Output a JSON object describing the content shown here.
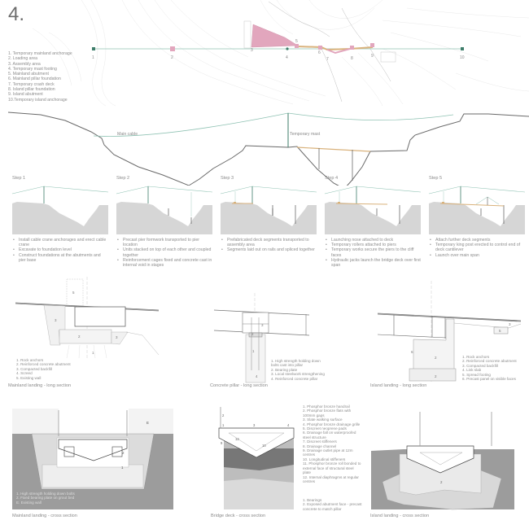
{
  "sheet_number": "4.",
  "legend": [
    "1.  Temporary mainland anchorage",
    "2.  Loading area",
    "3.  Assembly area",
    "4.  Temporary mast footing",
    "5.  Mainland abutment",
    "6.  Mainland pillar foundation",
    "7.  Temporary crash deck",
    "8.  Island pillar foundation",
    "9.  Island abutment",
    "10.Temporary island anchorage"
  ],
  "plan_markers": [
    "1",
    "2",
    "3",
    "4",
    "5",
    "6",
    "7",
    "8",
    "9",
    "10"
  ],
  "elevation": {
    "main_cable": "Main cable",
    "temporary_mast": "Temporary mast"
  },
  "colors": {
    "cable": "#8fc2b3",
    "mast": "#3e7d6a",
    "deck": "#d9b27c",
    "assembly": "#e2a6bd",
    "ground": "#d6d6d6",
    "profile": "#6a6a6a"
  },
  "steps": [
    {
      "label": "Step 1",
      "bullets": [
        "Install cable crane anchorages and erect cable crane",
        "Excavate to foundation level",
        "Construct foundations at the abutments and pier base"
      ]
    },
    {
      "label": "Step 2",
      "bullets": [
        "Precast pier formwork transported to pier location",
        "Units stacked on top of each other and coupled together",
        "Reinforcement cages fixed and concrete cast in internal void in stages"
      ]
    },
    {
      "label": "Step 3",
      "bullets": [
        "Prefabricated deck segments transported to assembly area",
        "Segments laid out on rails and spliced together"
      ]
    },
    {
      "label": "Step 4",
      "bullets": [
        "Launching nose attached to deck",
        "Temporary rollers attached to piers",
        "Temporary works secure the piers to the cliff faces",
        "Hydraulic jacks launch the bridge deck over first span"
      ]
    },
    {
      "label": "Step 5",
      "bullets": [
        "Attach further deck segments",
        "Temporary king post erected to control end of deck cantilever",
        "Launch over main span"
      ]
    }
  ],
  "long_sections": {
    "mainland": {
      "title": "Mainland landing - long section",
      "notes": [
        "1.   Rock anchors",
        "2.   Reinforced concrete abutment",
        "3.   Compacted backfill",
        "4.   Screed",
        "5.   Existing wall"
      ],
      "tags": [
        "1",
        "2",
        "3",
        "3",
        "4",
        "5"
      ]
    },
    "pillar": {
      "title": "Concrete pillar - long section",
      "notes": [
        "1.   High strength holding down",
        "      bolts cast into pillar",
        "2.   Bearing plate",
        "3.   Local steelwork strengthening",
        "4.   Reinforced concrete pillar"
      ],
      "tags": [
        "1",
        "2",
        "3",
        "4"
      ]
    },
    "island": {
      "title": "Island landing - long section",
      "notes": [
        "1.   Rock anchors",
        "2.   Reinforced concrete abutment",
        "3.   Compacted backfill",
        "4.   Link slab",
        "5.   Spread footing",
        "6.   Precast panel on visible faces"
      ],
      "tags": [
        "2",
        "2",
        "3",
        "5",
        "6"
      ]
    }
  },
  "cross_sections": {
    "mainland": {
      "title": "Mainland landing - cross section",
      "notes": [
        "1.   High strength holding down bolts",
        "2.   Fixed bearing plate on grout bed",
        "E.   Existing wall"
      ],
      "tags": [
        "1",
        "2",
        "E"
      ]
    },
    "deck": {
      "title": "Bridge deck - cross section",
      "notes": [
        "1.   Phosphor bronze handrail",
        "2.   Phosphor bronze flats with",
        "      100mm gaps",
        "3.   Slate walking surface",
        "4.   Phosphor bronze drainage grille",
        "5.   Discreet neoprene pads",
        "6.   Drainage fall on waterproofed",
        "      steel structure",
        "7.   Discreet stiffeners",
        "8.   Drainage channel",
        "9.   Drainage outlet pipe at 12m",
        "      centres",
        "10.  Longitudinal stiffeners",
        "11.  Phosphor bronze roll bonded to",
        "      external face of structural steel",
        "      plate",
        "12.  Internal diaphragms at regular",
        "      centres"
      ],
      "notes2": [
        "1.   Bearings",
        "2.   Exposed abutment face - precast",
        "      concrete to match pillar"
      ],
      "tags": [
        "1",
        "2",
        "3",
        "10",
        "12",
        "9",
        "4"
      ]
    },
    "island": {
      "title": "Island landing - cross section",
      "notes": [],
      "tags": [
        "2"
      ]
    }
  }
}
